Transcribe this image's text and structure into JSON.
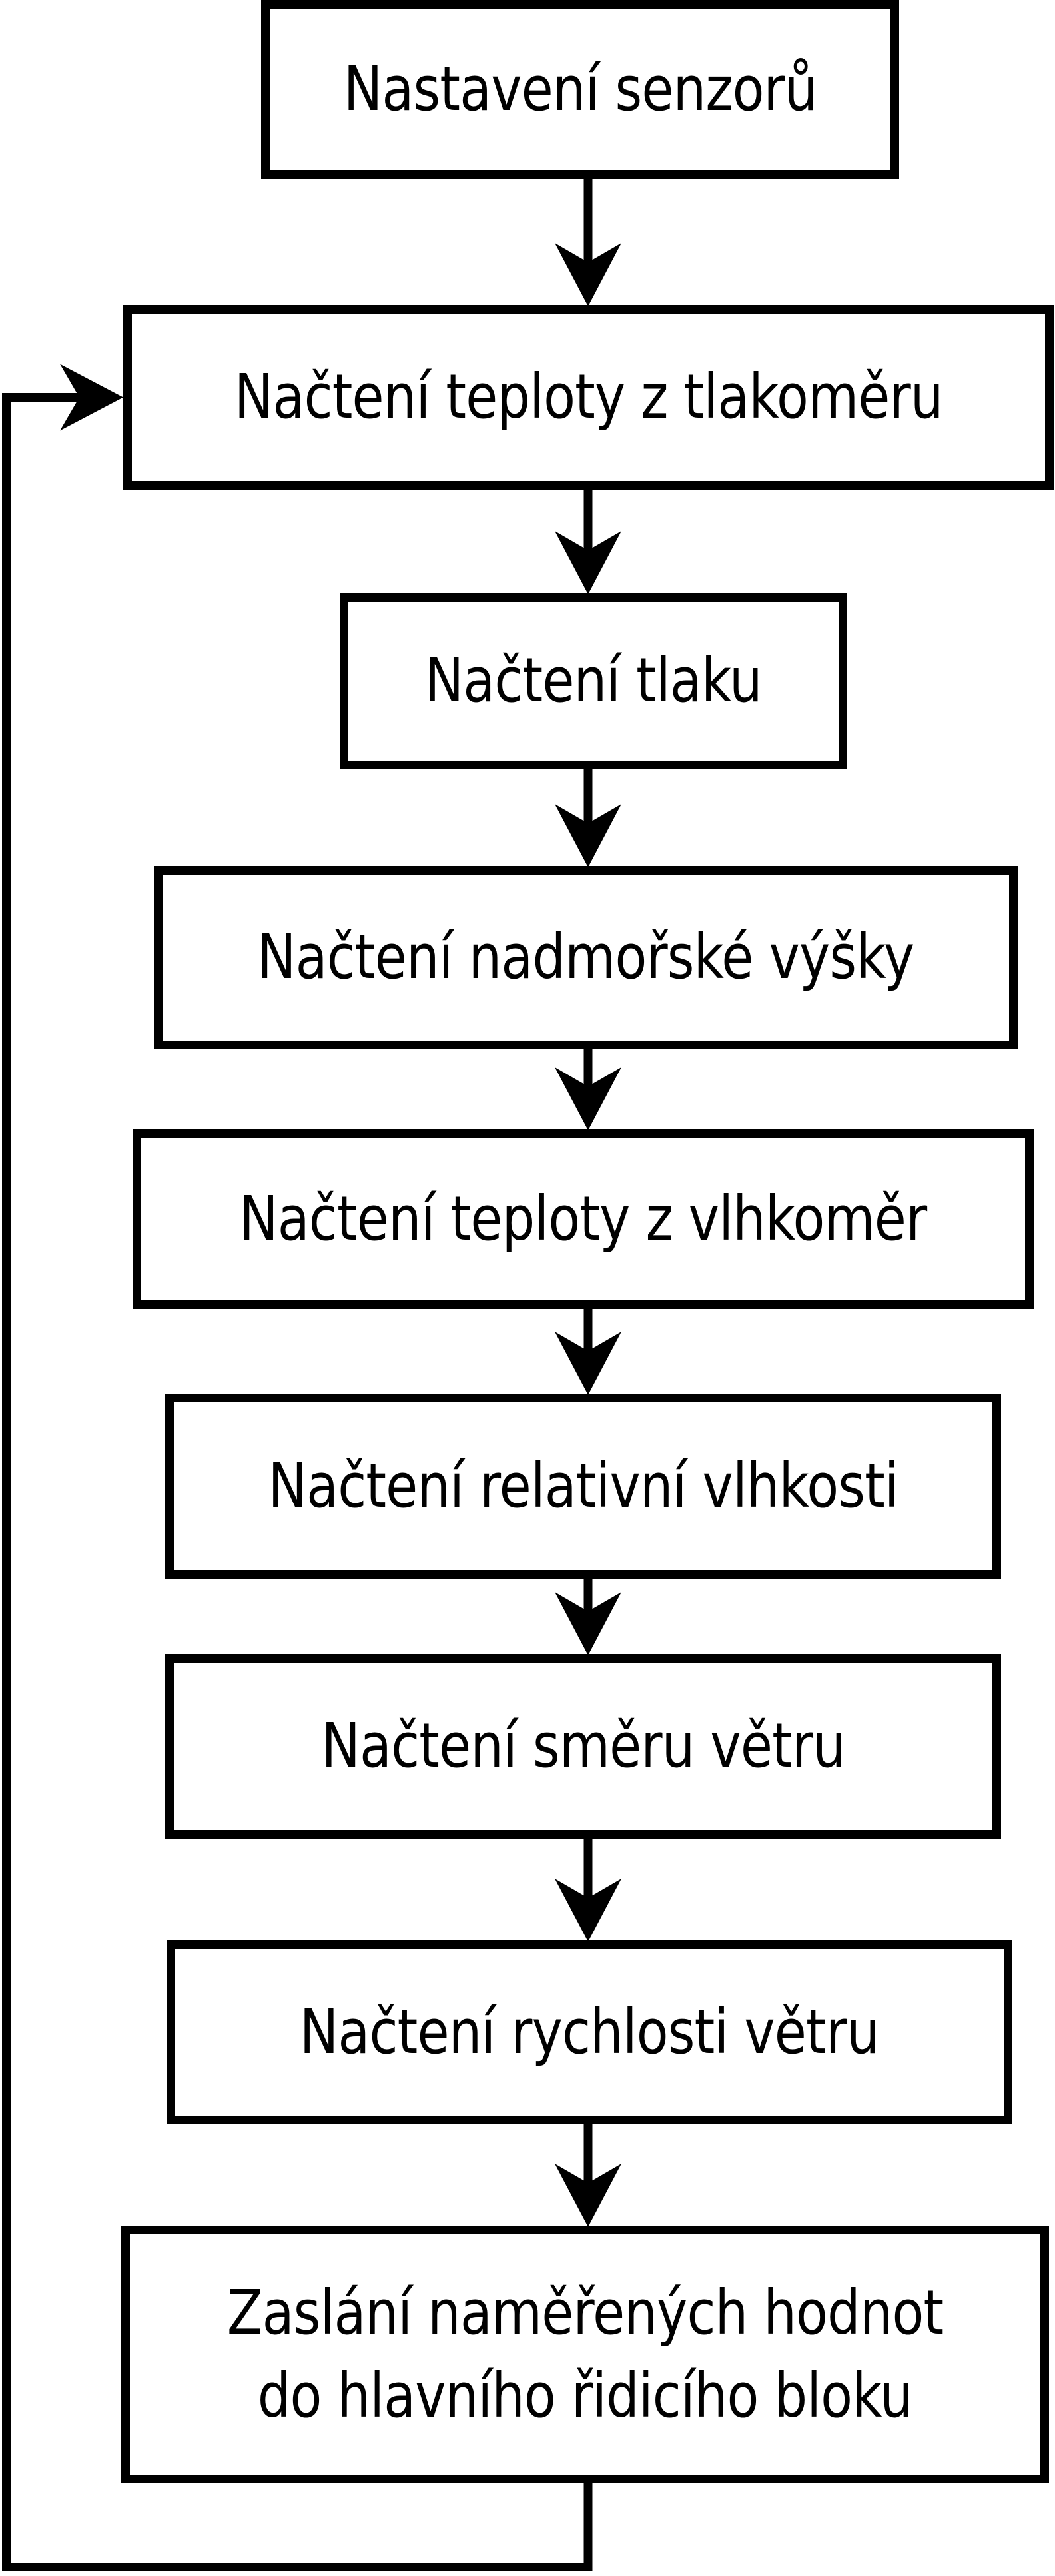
{
  "diagram": {
    "type": "flowchart",
    "language": "cs",
    "background_color": "#ffffff",
    "node_fill_color": "#ffffff",
    "line_color": "#000000",
    "text_color": "#000000",
    "nodes": [
      {
        "id": "n1",
        "label": "Nastavení senzorů"
      },
      {
        "id": "n2",
        "label": "Načtení teploty z tlakoměru"
      },
      {
        "id": "n3",
        "label": "Načtení tlaku"
      },
      {
        "id": "n4",
        "label": "Načtení nadmořské výšky"
      },
      {
        "id": "n5",
        "label": "Načtení teploty z vlhkoměr"
      },
      {
        "id": "n6",
        "label": "Načtení relativní vlhkosti"
      },
      {
        "id": "n7",
        "label": "Načtení směru větru"
      },
      {
        "id": "n8",
        "label": "Načtení rychlosti větru"
      },
      {
        "id": "n9",
        "label": "Zaslání naměřených hodnot do hlavního řidicího bloku",
        "label_lines": [
          "Zaslání naměřených hodnot",
          "do hlavního řidicího bloku"
        ]
      }
    ],
    "edges": [
      {
        "from": "n1",
        "to": "n2",
        "type": "arrow-down"
      },
      {
        "from": "n2",
        "to": "n3",
        "type": "arrow-down"
      },
      {
        "from": "n3",
        "to": "n4",
        "type": "arrow-down"
      },
      {
        "from": "n4",
        "to": "n5",
        "type": "arrow-down"
      },
      {
        "from": "n5",
        "to": "n6",
        "type": "arrow-down"
      },
      {
        "from": "n6",
        "to": "n7",
        "type": "arrow-down"
      },
      {
        "from": "n7",
        "to": "n8",
        "type": "arrow-down"
      },
      {
        "from": "n8",
        "to": "n9",
        "type": "arrow-down"
      },
      {
        "from": "n9",
        "to": "n2",
        "type": "loop-back-left"
      }
    ]
  }
}
